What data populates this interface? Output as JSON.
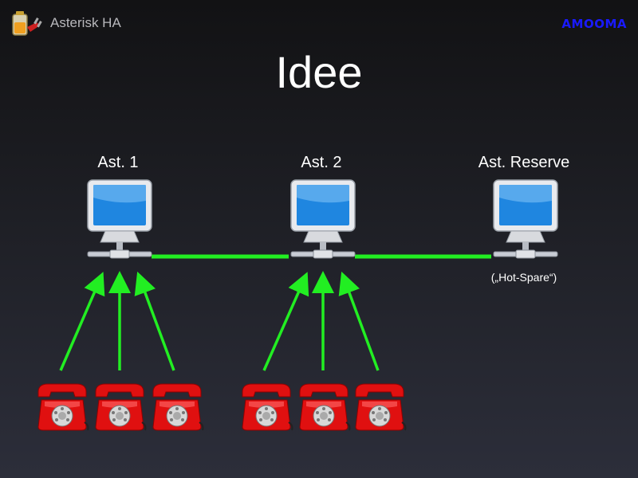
{
  "header": {
    "title": "Asterisk HA",
    "brand": "AMOOMA",
    "brand_color": "#1a1aff",
    "app_icon": "battery-plug-icon"
  },
  "slide": {
    "title": "Idee"
  },
  "servers": [
    {
      "label": "Ast. 1",
      "icon": "computer-icon"
    },
    {
      "label": "Ast. 2",
      "icon": "computer-icon"
    },
    {
      "label": "Ast. Reserve",
      "note": "(„Hot-Spare“)",
      "icon": "computer-icon"
    }
  ],
  "phones": {
    "icon": "telephone-icon",
    "groups": [
      {
        "server": "Ast. 1",
        "count": 3
      },
      {
        "server": "Ast. 2",
        "count": 3
      }
    ]
  },
  "colors": {
    "link": "#22ee22",
    "phone": "#e01010",
    "screen": "#1f86e0"
  }
}
